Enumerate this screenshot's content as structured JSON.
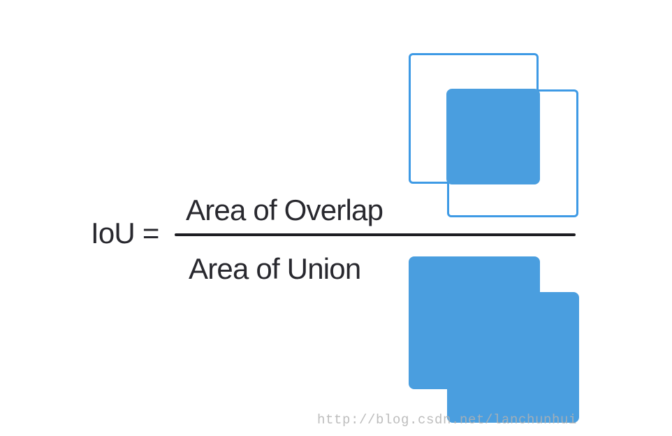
{
  "formula": {
    "lhs": "IoU =",
    "numerator": "Area of Overlap",
    "denominator": "Area of Union"
  },
  "watermark": {
    "text": "http://blog.csdn.net/lanchunhui"
  },
  "colors": {
    "box_fill": "#4A9EDF",
    "box_stroke": "#3E9AE5",
    "formula_text": "#28282E",
    "fraction_bar": "#1D1D22",
    "watermark_text": "#B2B2B2"
  }
}
